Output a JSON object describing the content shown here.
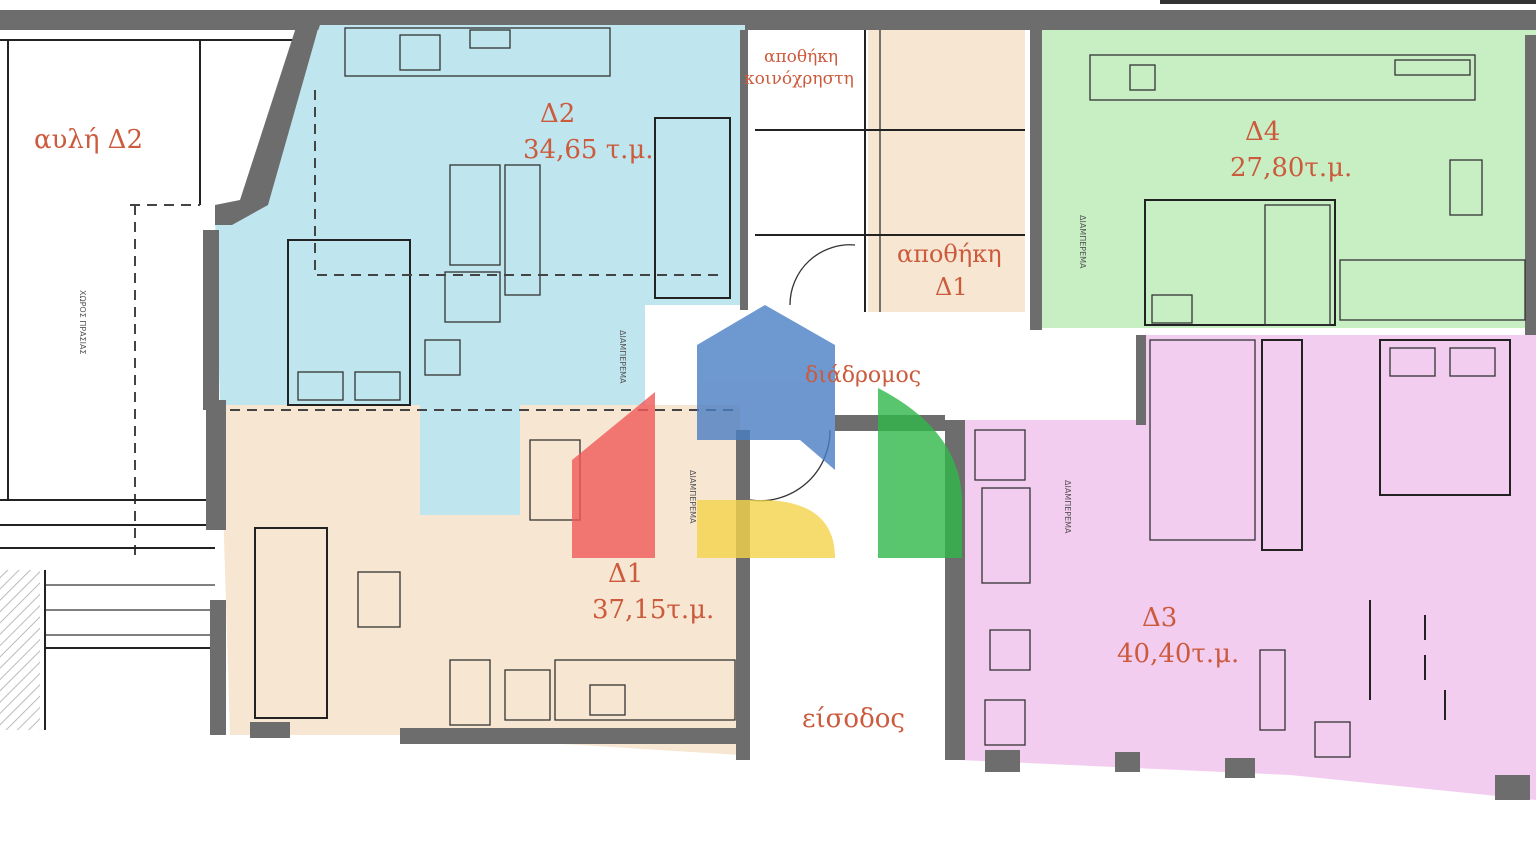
{
  "plan": {
    "courtyard": {
      "label": "αυλή Δ2",
      "note": "ΧΩΡΟΣ ΠΡΑΣΙΑΣ"
    },
    "units": [
      {
        "id": "Δ2",
        "area": "34,65 τ.μ.",
        "color": "#bfe6ee"
      },
      {
        "id": "Δ4",
        "area": "27,80τ.μ.",
        "color": "#c8efc4"
      },
      {
        "id": "Δ1",
        "area": "37,15τ.μ.",
        "color": "#f6e6d2"
      },
      {
        "id": "Δ3",
        "area": "40,40τ.μ.",
        "color": "#f3cdf0"
      }
    ],
    "shared_storage": {
      "line1": "αποθήκη",
      "line2": "κοινόχρηστη"
    },
    "storage_d1": {
      "line1": "αποθήκη",
      "line2": "Δ1"
    },
    "corridor": "διάδρομος",
    "entrance": "είσοδος",
    "room_note": "ΔΙΑΜΠΕΡΕΜΑ",
    "label_color": "#cc5a3c",
    "logo_colors": [
      "#f05a5a",
      "#4a7ec4",
      "#f5d44a",
      "#2fb84a"
    ]
  }
}
